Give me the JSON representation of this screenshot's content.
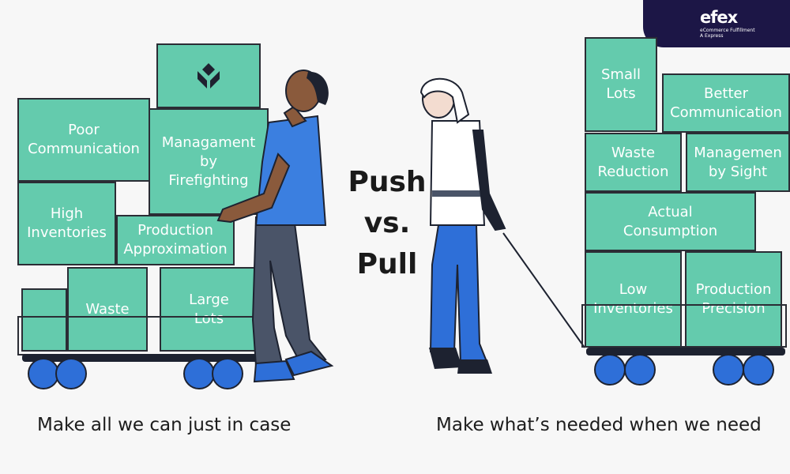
{
  "logo": {
    "brand": "efex",
    "tagline": "eCommerce Fulfillment\nA Express"
  },
  "push_title": "Push",
  "vs_title": "vs.",
  "pull_title": "Pull",
  "push_caption": "Make all we can just in case",
  "pull_caption": "Make what’s needed when we need",
  "push_boxes": {
    "poor_communication": "Poor\nCommunication",
    "management_firefighting": "Managament\nby\nFirefighting",
    "high_inventories": "High\nInventories",
    "production_approximation": "Production\nApproximation",
    "waste": "Waste",
    "large_lots": "Large\nLots"
  },
  "pull_boxes": {
    "small_lots": "Small\nLots",
    "better_communication": "Better\nCommunication",
    "waste_reduction": "Waste\nReduction",
    "management_by_sight": "Managemen\nby Sight",
    "actual_consumption": "Actual\nConsumption",
    "low_inventories": "Low\nInventories",
    "production_precision": "Production\nPrecision"
  },
  "colors": {
    "box": "#64cbad",
    "outline": "#2b2d35",
    "wheel": "#2e6fd8",
    "logo_bg": "#1c1646",
    "shirt": "#3b7fe0"
  }
}
